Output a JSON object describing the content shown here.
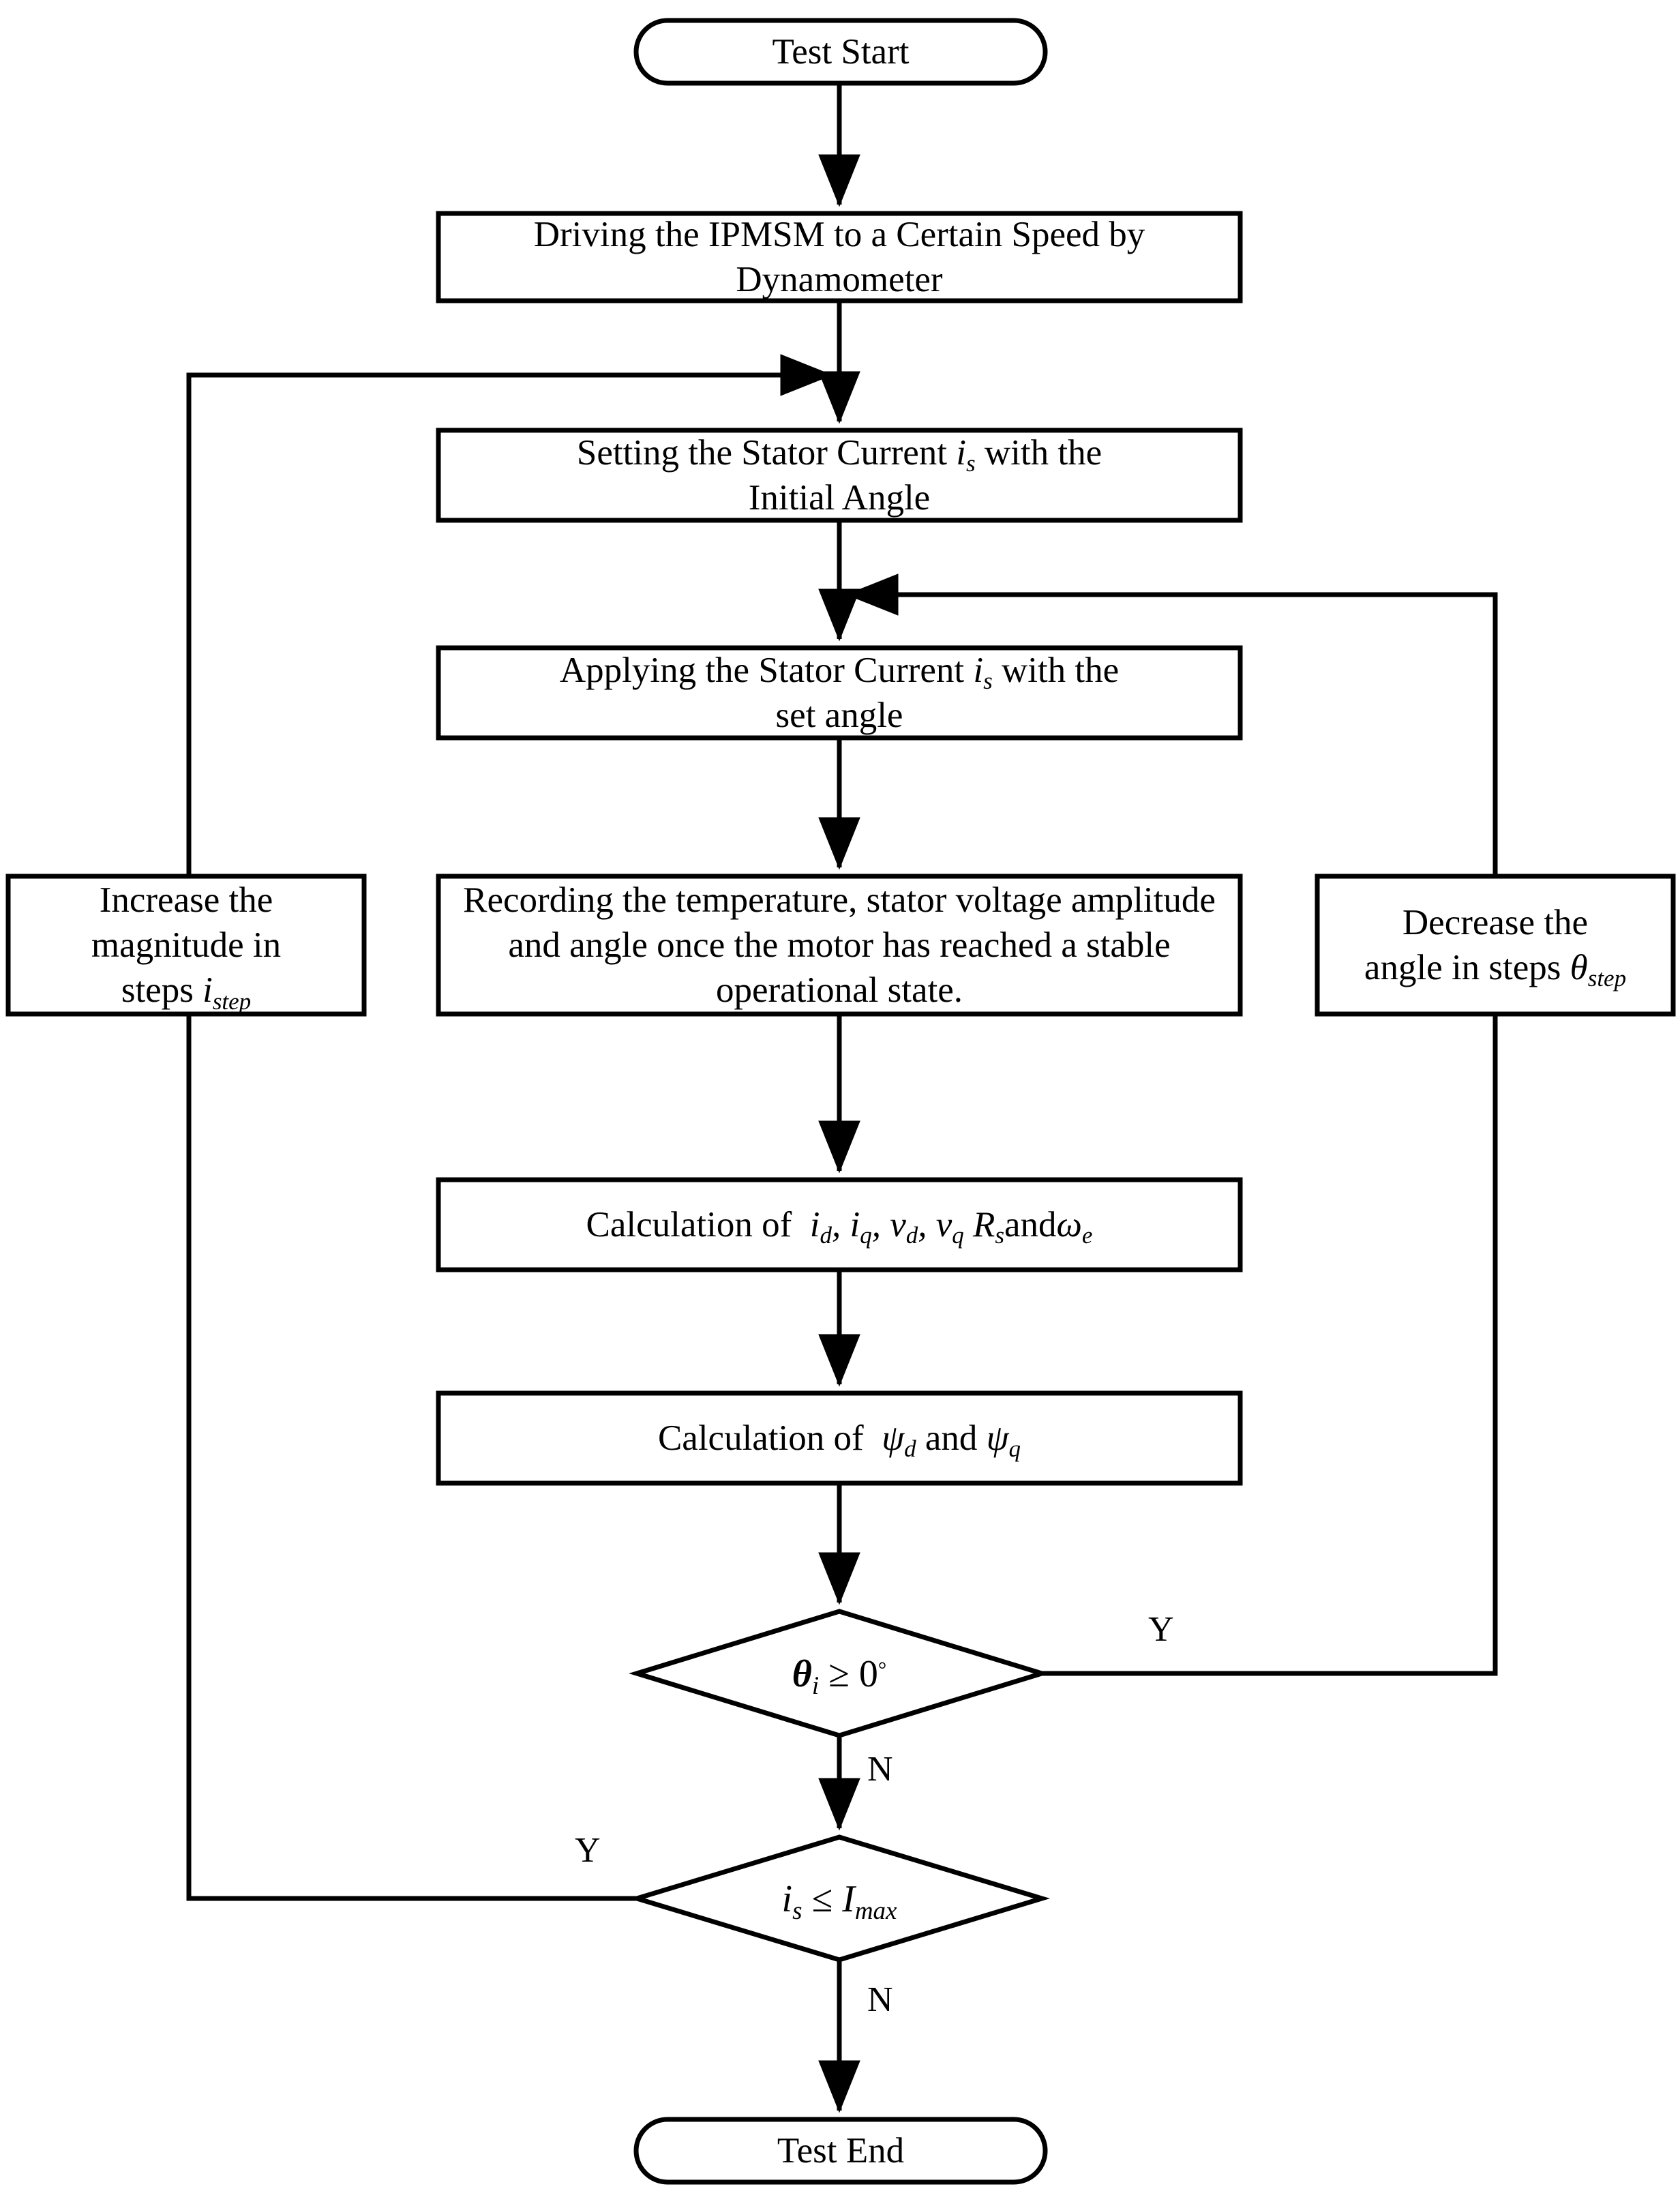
{
  "diagram": {
    "title": "IPMSM Flux Linkage Test Procedure Flowchart",
    "type": "flowchart",
    "background_color": "#ffffff",
    "line_color": "#000000",
    "text_color": "#000000"
  },
  "nodes": {
    "start": {
      "shape": "terminator",
      "label": "Test Start"
    },
    "drive": {
      "shape": "process",
      "label": "Driving the IPMSM to a Certain Speed by Dynamometer"
    },
    "setting": {
      "shape": "process",
      "line1_pre": "Setting the Stator Current ",
      "line1_sym": "i",
      "line1_sub": "s",
      "line1_post": " with the",
      "line2": "Initial Angle"
    },
    "applying": {
      "shape": "process",
      "line1_pre": "Applying the Stator Current ",
      "line1_sym": "i",
      "line1_sub": "s",
      "line1_post": " with the",
      "line2": "set angle"
    },
    "recording": {
      "shape": "process",
      "label": "Recording the temperature, stator voltage amplitude and angle once the motor has reached a stable operational state."
    },
    "calc1": {
      "shape": "process",
      "prefix": "Calculation of ",
      "symbols": [
        "i_d",
        "i_q",
        "v_d",
        "v_q",
        "R_s"
      ],
      "conjunction": "and",
      "last_symbol": "ω_e"
    },
    "calc2": {
      "shape": "process",
      "prefix": "Calculation of ",
      "symbol_a": "ψ_d",
      "conjunction": "and",
      "symbol_b": "ψ_q"
    },
    "decision_angle": {
      "shape": "decision",
      "symbol": "θ",
      "subscript": "i",
      "operator": "≥",
      "value": "0",
      "unit": "°"
    },
    "decision_current": {
      "shape": "decision",
      "symbol": "i",
      "subscript": "s",
      "operator": "≤",
      "value": "I",
      "value_sub": "max"
    },
    "increase": {
      "shape": "process",
      "line1": "Increase the",
      "line2": "magnitude in",
      "line3_pre": "steps ",
      "line3_sym": "i",
      "line3_sub": "step"
    },
    "decrease": {
      "shape": "process",
      "line1": "Decrease the",
      "line2_pre": "angle in steps ",
      "line2_sym": "θ",
      "line2_sub": "step"
    },
    "end": {
      "shape": "terminator",
      "label": "Test End"
    }
  },
  "edge_labels": {
    "angle_yes": "Y",
    "angle_no": "N",
    "current_yes": "Y",
    "current_no": "N"
  }
}
